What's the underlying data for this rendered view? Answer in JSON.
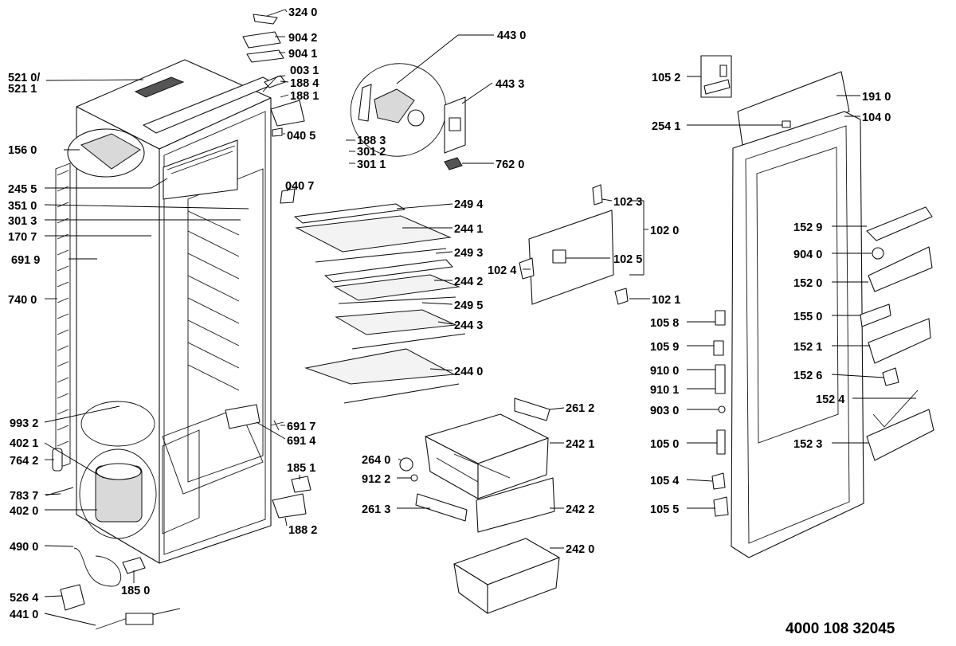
{
  "diagram": {
    "reference_number": "4000 108 32045",
    "labels": [
      {
        "id": "p3240",
        "text": "324 0"
      },
      {
        "id": "p9042",
        "text": "904 2"
      },
      {
        "id": "p9041",
        "text": "904 1"
      },
      {
        "id": "p5210",
        "text": "521 0/"
      },
      {
        "id": "p5211",
        "text": "521 1"
      },
      {
        "id": "p0031",
        "text": "003 1"
      },
      {
        "id": "p1884",
        "text": "188 4"
      },
      {
        "id": "p1881",
        "text": "188 1"
      },
      {
        "id": "p4430",
        "text": "443 0"
      },
      {
        "id": "p4433",
        "text": "443 3"
      },
      {
        "id": "p1560",
        "text": "156 0"
      },
      {
        "id": "p0405",
        "text": "040 5"
      },
      {
        "id": "p1883",
        "text": "188 3"
      },
      {
        "id": "p3012",
        "text": "301 2"
      },
      {
        "id": "p3011",
        "text": "301 1"
      },
      {
        "id": "p7620",
        "text": "762 0"
      },
      {
        "id": "p2455",
        "text": "245 5"
      },
      {
        "id": "p0407",
        "text": "040 7"
      },
      {
        "id": "p3510",
        "text": "351 0"
      },
      {
        "id": "p3013",
        "text": "301 3"
      },
      {
        "id": "p1707",
        "text": "170 7"
      },
      {
        "id": "p6919",
        "text": "691 9"
      },
      {
        "id": "p7400",
        "text": "740 0"
      },
      {
        "id": "p2494",
        "text": "249 4"
      },
      {
        "id": "p2441",
        "text": "244 1"
      },
      {
        "id": "p2493",
        "text": "249 3"
      },
      {
        "id": "p2442",
        "text": "244 2"
      },
      {
        "id": "p2495",
        "text": "249 5"
      },
      {
        "id": "p2443",
        "text": "244 3"
      },
      {
        "id": "p2440",
        "text": "244 0"
      },
      {
        "id": "p1023",
        "text": "102 3"
      },
      {
        "id": "p1020",
        "text": "102 0"
      },
      {
        "id": "p1024",
        "text": "102 4"
      },
      {
        "id": "p1025",
        "text": "102 5"
      },
      {
        "id": "p1021",
        "text": "102 1"
      },
      {
        "id": "p1052",
        "text": "105 2"
      },
      {
        "id": "p1910",
        "text": "191 0"
      },
      {
        "id": "p2541",
        "text": "254 1"
      },
      {
        "id": "p1040",
        "text": "104 0"
      },
      {
        "id": "p1529",
        "text": "152 9"
      },
      {
        "id": "p9040",
        "text": "904 0"
      },
      {
        "id": "p1520",
        "text": "152 0"
      },
      {
        "id": "p1550",
        "text": "155 0"
      },
      {
        "id": "p1058",
        "text": "105 8"
      },
      {
        "id": "p1059",
        "text": "105 9"
      },
      {
        "id": "p1521",
        "text": "152 1"
      },
      {
        "id": "p9100",
        "text": "910 0"
      },
      {
        "id": "p9101",
        "text": "910 1"
      },
      {
        "id": "p1526",
        "text": "152 6"
      },
      {
        "id": "p1524",
        "text": "152 4"
      },
      {
        "id": "p9030",
        "text": "903 0"
      },
      {
        "id": "p1050",
        "text": "105 0"
      },
      {
        "id": "p1523",
        "text": "152 3"
      },
      {
        "id": "p1054",
        "text": "105 4"
      },
      {
        "id": "p1055",
        "text": "105 5"
      },
      {
        "id": "p2612",
        "text": "261 2"
      },
      {
        "id": "p2421",
        "text": "242 1"
      },
      {
        "id": "p2640",
        "text": "264 0"
      },
      {
        "id": "p9122",
        "text": "912 2"
      },
      {
        "id": "p2613",
        "text": "261 3"
      },
      {
        "id": "p2422",
        "text": "242 2"
      },
      {
        "id": "p2420",
        "text": "242 0"
      },
      {
        "id": "p9932",
        "text": "993 2"
      },
      {
        "id": "p4021",
        "text": "402 1"
      },
      {
        "id": "p7642",
        "text": "764 2"
      },
      {
        "id": "p7837",
        "text": "783 7"
      },
      {
        "id": "p4020",
        "text": "402 0"
      },
      {
        "id": "p4900",
        "text": "490 0"
      },
      {
        "id": "p5264",
        "text": "526 4"
      },
      {
        "id": "p4410",
        "text": "441 0"
      },
      {
        "id": "p1850",
        "text": "185 0"
      },
      {
        "id": "p1851",
        "text": "185 1"
      },
      {
        "id": "p1882",
        "text": "188 2"
      },
      {
        "id": "p6917",
        "text": "691 7"
      },
      {
        "id": "p6914",
        "text": "691 4"
      }
    ]
  }
}
